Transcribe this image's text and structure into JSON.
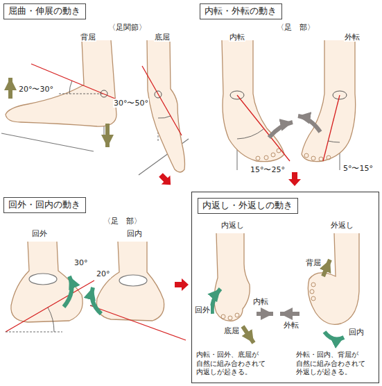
{
  "diagram": {
    "nodes": [
      {
        "text": [
          "屈曲・伸展の動き"
        ]
      },
      {
        "text": [
          "内転・外転の動き"
        ]
      },
      {
        "text": [
          "回外・回内の動き"
        ]
      },
      {
        "text": [
          "内転・回外、底屈が 自然に組み合わされて 内返しが起きる。",
          "外転・回内、背屈が 自然に組み合わされて 外返しが起きる。"
        ]
      },
      {
        "text": [
          "内返し・外返しの動き"
        ],
        "in": 3
      }
    ],
    "labels": [
      "背屈",
      "〈足関節〉",
      "底屈",
      "20°〜30°",
      "30°〜50°",
      "内転",
      "〈足　部〉",
      "外転",
      "15°〜25°",
      "5°〜15°",
      "〈足　部〉",
      "回外",
      "回内",
      "30°",
      "20°",
      "内返し",
      "外返し",
      "回外",
      "内転",
      "底屈",
      "背屈",
      "外転",
      "回内"
    ]
  }
}
